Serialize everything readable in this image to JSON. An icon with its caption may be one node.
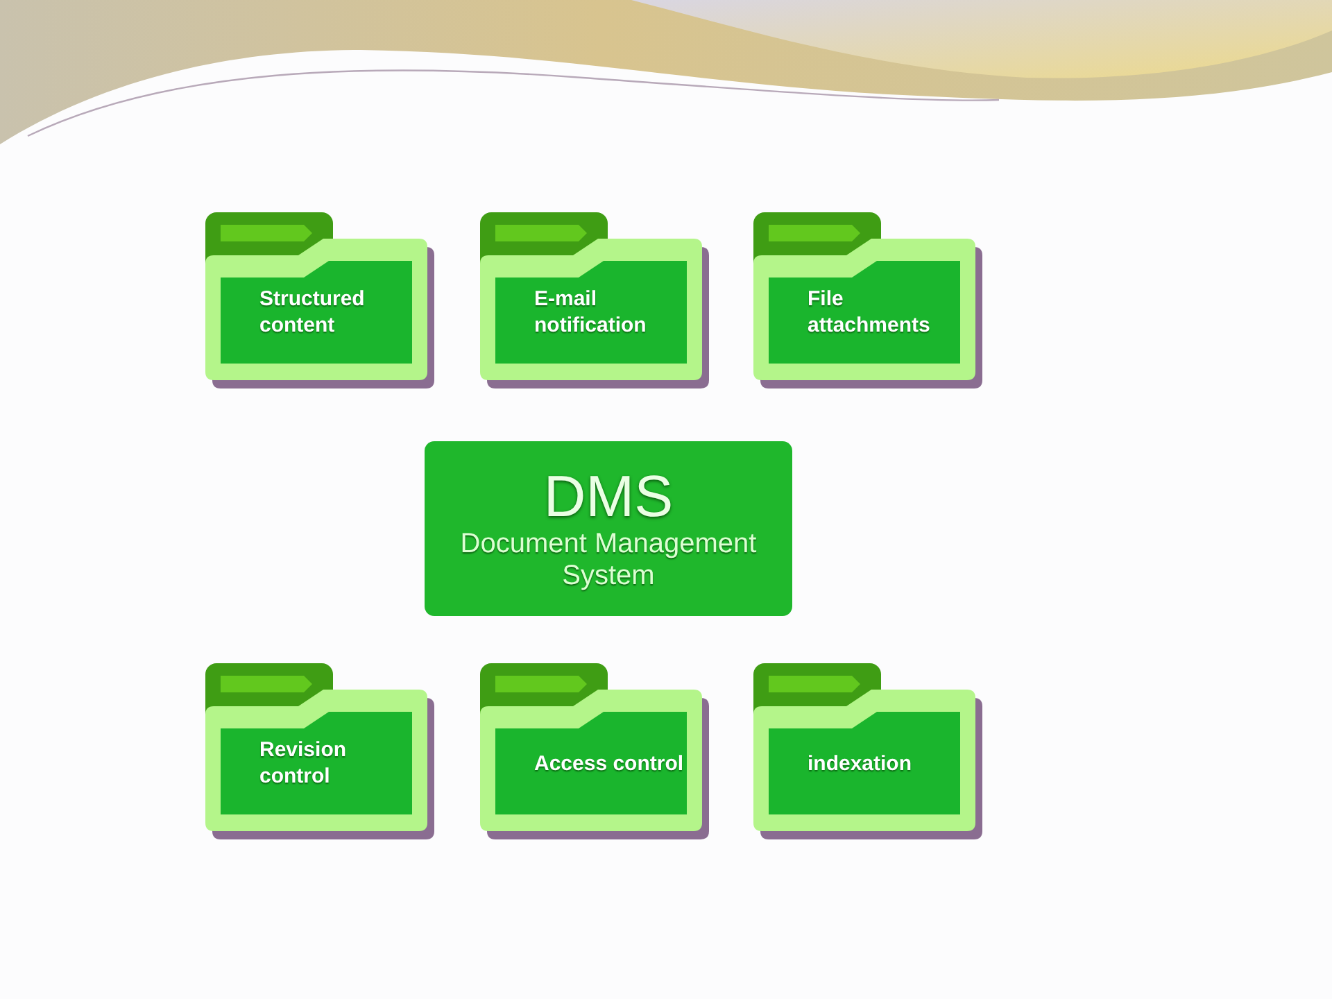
{
  "diagram": {
    "nodes": [
      {
        "text": [
          "Structured content"
        ]
      },
      {
        "text": [
          "E-mail notification"
        ]
      },
      {
        "text": [
          "File attachments"
        ]
      },
      {
        "text": [
          "DMS",
          "Document Management System"
        ]
      },
      {
        "text": [
          "Revision control"
        ]
      },
      {
        "text": [
          "Access control"
        ]
      },
      {
        "text": [
          "indexation"
        ]
      }
    ]
  }
}
